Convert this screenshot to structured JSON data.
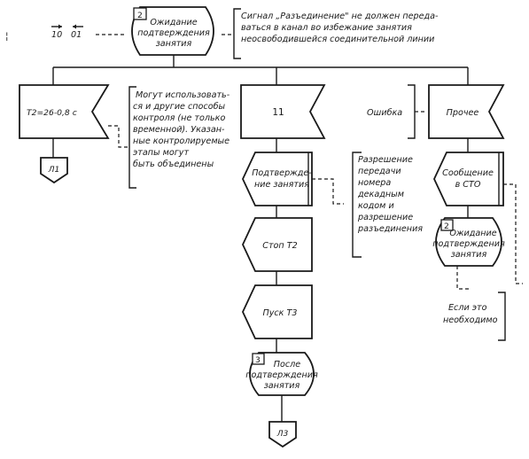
{
  "signals": {
    "left": "10",
    "right": "01"
  },
  "top_state": {
    "number": "2",
    "line1": "Ожидание",
    "line2": "подтверждения",
    "line3": "занятия"
  },
  "top_note": {
    "line1": "Сигнал „Разъединение\" не должен переда-",
    "line2": "ваться в канал во избежание занятия",
    "line3": "неосвободившейся соединительной линии"
  },
  "timer_input": "T2=26-0,8 с",
  "left_note": {
    "line1": "Могут использовать-",
    "line2": "ся и другие способы",
    "line3": "контроля (не только",
    "line4": "временной). Указан-",
    "line5": "ные контролируемые",
    "line6": "этапы могут",
    "line7": "быть объединены"
  },
  "connector_l1": "Л1",
  "input_11": "11",
  "confirm_task": {
    "line1": "Подтвержде-",
    "line2": "ние занятия"
  },
  "confirm_note": {
    "line1": "Разрешение",
    "line2": "передачи",
    "line3": "номера",
    "line4": "декадным",
    "line5": "кодом и",
    "line6": "разрешение",
    "line7": "разъединения"
  },
  "stop_t2": "Стоп Т2",
  "start_t3": "Пуск Т3",
  "after_state": {
    "number": "3",
    "line1": "После",
    "line2": "подтверждения",
    "line3": "занятия"
  },
  "connector_l3": "Л3",
  "error_label": "Ошибка",
  "other_input": "Прочее",
  "cto_task": {
    "line1": "Сообщение",
    "line2": "в СТО"
  },
  "wait_state2": {
    "number": "2",
    "line1": "Ожидание",
    "line2": "подтверждения",
    "line3": "занятия"
  },
  "if_needed_note": {
    "line1": "Если это",
    "line2": "необходимо"
  },
  "corner_mark": "¦"
}
